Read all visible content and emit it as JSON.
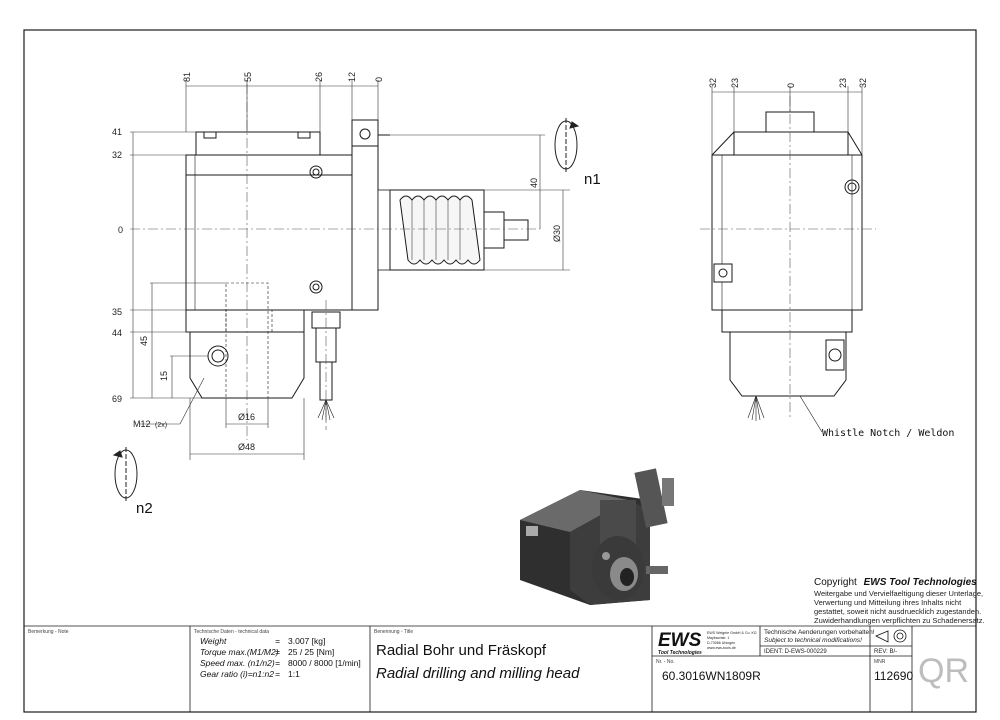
{
  "drawing": {
    "front_dims_top": [
      "81",
      "55",
      "26",
      "12",
      "0"
    ],
    "front_dims_left": [
      "41",
      "32",
      "0",
      "35",
      "44",
      "45",
      "15",
      "69"
    ],
    "front_dims_right": [
      "40",
      "Ø30"
    ],
    "side_dims_top": [
      "32",
      "23",
      "0",
      "23",
      "32"
    ],
    "labels": {
      "n1": "n1",
      "n2": "n2",
      "m12": "M12",
      "m12_count": "(2x)",
      "d16": "Ø16",
      "d48": "Ø48",
      "whistle": "Whistle Notch / Weldon"
    }
  },
  "copyright": {
    "prefix": "Copyright",
    "brand": "EWS Tool Technologies",
    "lines": [
      "Weitergabe und Vervielfaeltigung dieser Unterlage,",
      "Verwertung und Mitteilung ihres Inhalts nicht",
      "gestattet, soweit nicht ausdruecklich zugestanden.",
      "Zuwiderhandlungen verpflichten zu Schadenersatz."
    ]
  },
  "title_block": {
    "note_label": "Bemerkung - Note",
    "tech_label": "Technische Daten - technical data",
    "tech": [
      {
        "key": "Weight",
        "sep": "=",
        "value": "3.007 [kg]"
      },
      {
        "key": "Torque max.(M1/M2)",
        "sep": "=",
        "value": "25 / 25 [Nm]"
      },
      {
        "key": "Speed max. (n1/n2)",
        "sep": "=",
        "value": "8000 / 8000 [1/min]"
      },
      {
        "key": "Gear ratio (i)=n1:n2",
        "sep": "=",
        "value": "1:1"
      }
    ],
    "name_label": "Benennung - Title",
    "title_de": "Radial Bohr und Fräskopf",
    "title_en": "Radial drilling and milling head",
    "logo": "EWS",
    "logo_sub": "Tool Technologies",
    "company_lines": [
      "EWS Weigele GmbH & Co. KG",
      "Maybachstr. 1",
      "D-73066 Uhingen",
      "www.ews-tools.de"
    ],
    "nr_label": "Nr. - No.",
    "part_no": "60.3016WN1809R",
    "change_de": "Technische Aenderungen vorbehalten!",
    "change_en": "Subject to technical modifications!",
    "ident": "IDENT: D-EWS-000229",
    "rev": "REV: B/-",
    "mnr_label": "MNR",
    "mnr": "112690",
    "qr": "QR"
  },
  "colors": {
    "line": "#1a1a1a",
    "dim": "#333333",
    "body": "#ffffff",
    "render_dark": "#2b2b2b",
    "render_mid": "#5a5a5a"
  }
}
